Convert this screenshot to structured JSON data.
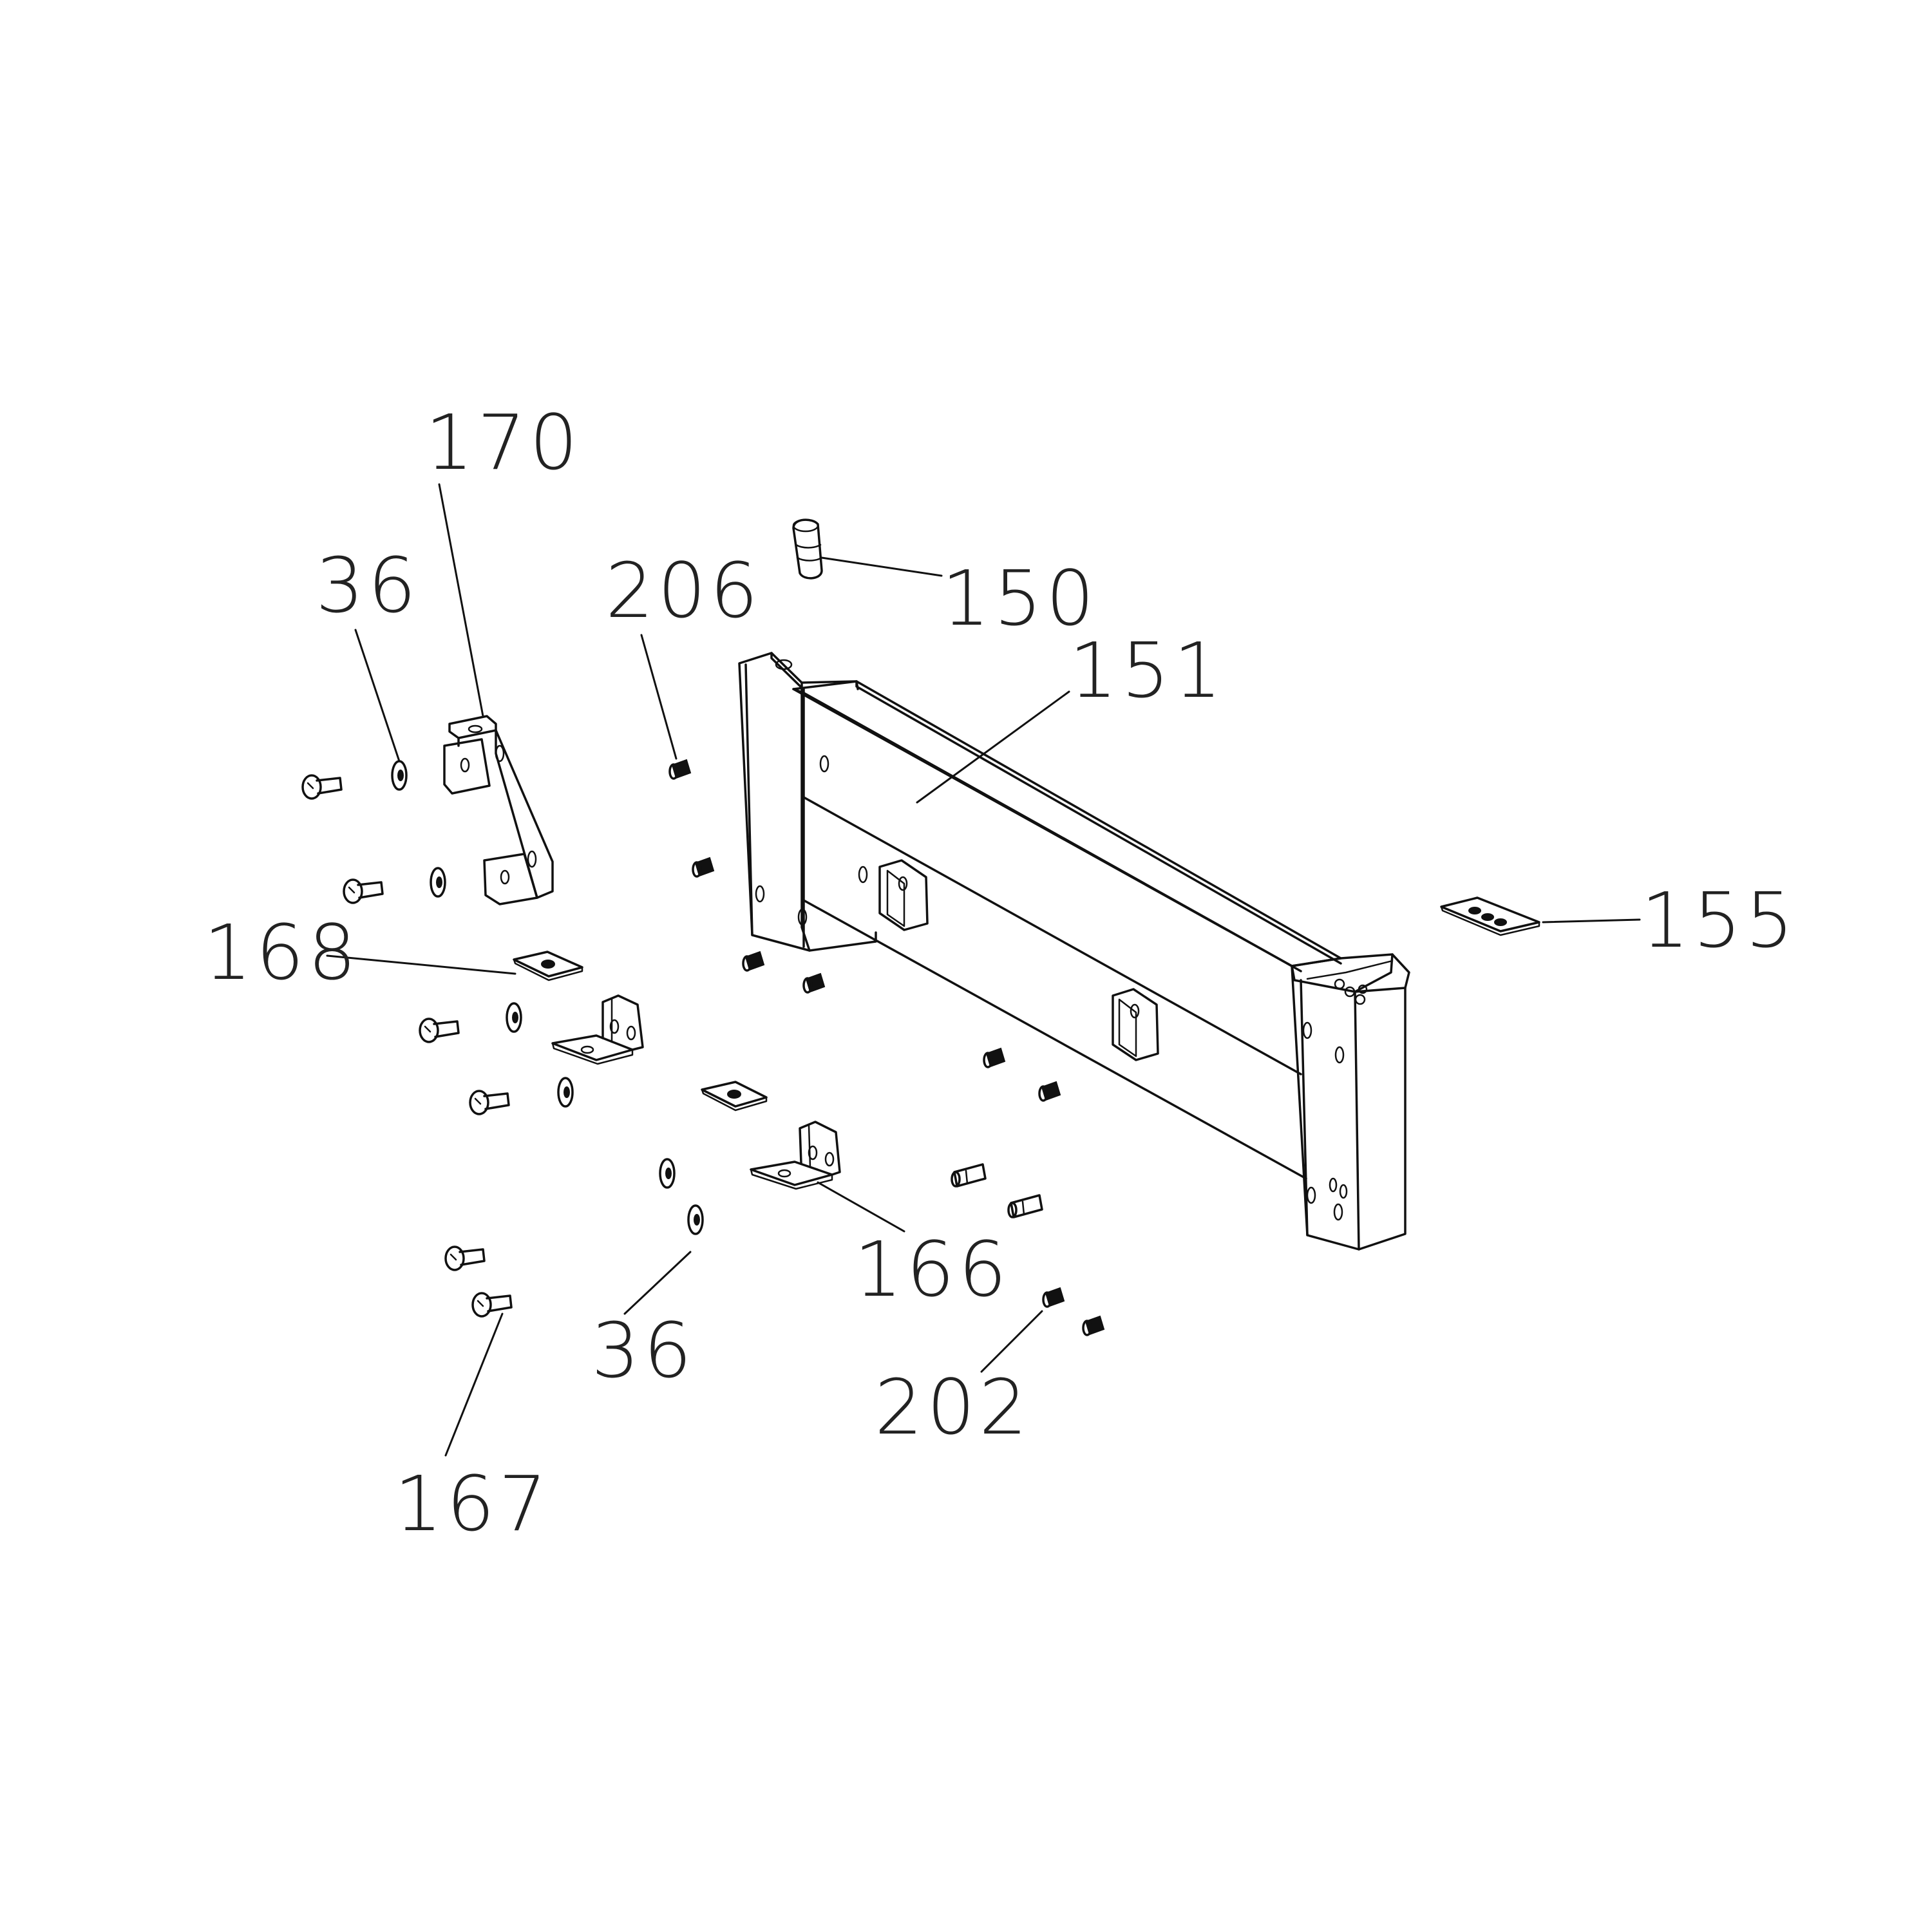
{
  "callouts": [
    {
      "id": "c170",
      "label": "170"
    },
    {
      "id": "c36a",
      "label": "36"
    },
    {
      "id": "c206",
      "label": "206"
    },
    {
      "id": "c150",
      "label": "150"
    },
    {
      "id": "c151",
      "label": "151"
    },
    {
      "id": "c155",
      "label": "155"
    },
    {
      "id": "c168",
      "label": "168"
    },
    {
      "id": "c166",
      "label": "166"
    },
    {
      "id": "c36b",
      "label": "36"
    },
    {
      "id": "c202",
      "label": "202"
    },
    {
      "id": "c167",
      "label": "167"
    }
  ],
  "colors": {
    "ink": "#111111",
    "background": "#ffffff"
  }
}
